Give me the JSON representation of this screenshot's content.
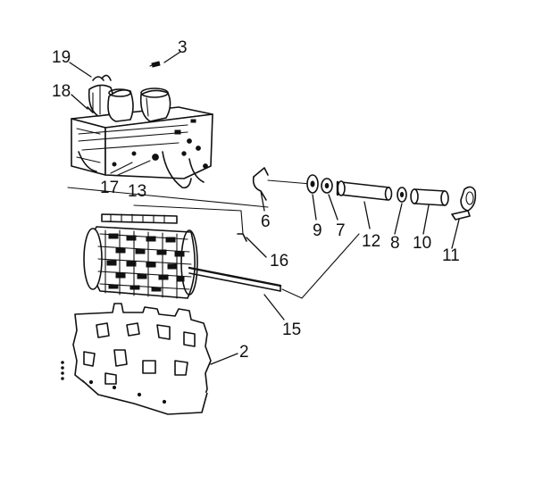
{
  "colors": {
    "ink": "#111111",
    "paper": "#ffffff"
  },
  "callouts": [
    {
      "id": "c2",
      "label": "2"
    },
    {
      "id": "c3",
      "label": "3"
    },
    {
      "id": "c6",
      "label": "6"
    },
    {
      "id": "c7",
      "label": "7"
    },
    {
      "id": "c8",
      "label": "8"
    },
    {
      "id": "c9",
      "label": "9"
    },
    {
      "id": "c10",
      "label": "10"
    },
    {
      "id": "c11",
      "label": "11"
    },
    {
      "id": "c12",
      "label": "12"
    },
    {
      "id": "c13",
      "label": "13"
    },
    {
      "id": "c15",
      "label": "15"
    },
    {
      "id": "c16",
      "label": "16"
    },
    {
      "id": "c17",
      "label": "17"
    },
    {
      "id": "c18",
      "label": "18"
    },
    {
      "id": "c19",
      "label": "19"
    }
  ]
}
